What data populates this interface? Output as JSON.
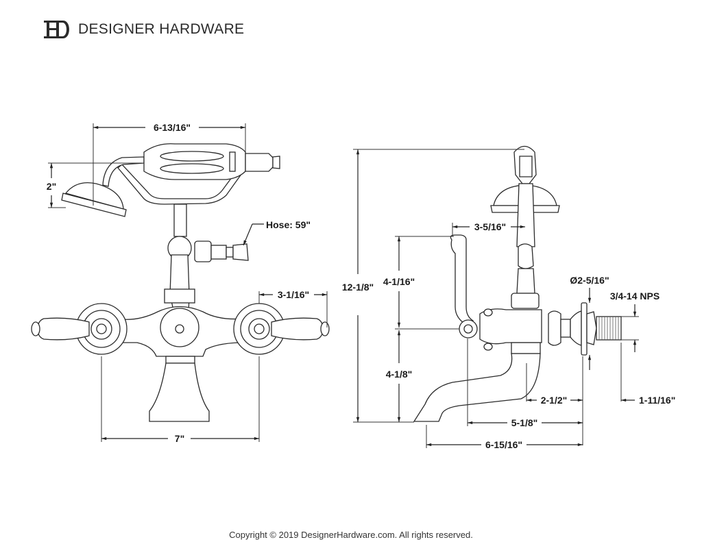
{
  "brand": {
    "logo_icon": "dh-monogram-logo",
    "name": "DESIGNER HARDWARE"
  },
  "front_view": {
    "dimensions": {
      "handshower_width": "6-13/16\"",
      "handshower_height": "2\"",
      "hose_length": "Hose: 59\"",
      "handle_reach": "3-1/16\"",
      "center_spacing": "7\""
    }
  },
  "side_view": {
    "dimensions": {
      "overall_height": "12-1/8\"",
      "upper_height": "4-1/16\"",
      "lower_height": "4-1/8\"",
      "handle_offset": "3-5/16\"",
      "flange_diameter": "Ø2-5/16\"",
      "thread_spec": "3/4-14 NPS",
      "spout_projection_short": "2-1/2\"",
      "spout_projection_mid": "5-1/8\"",
      "spout_projection_long": "6-15/16\"",
      "thread_length": "1-11/16\""
    }
  },
  "footer": {
    "copyright": "Copyright © 2019 DesignerHardware.com. All rights reserved."
  }
}
